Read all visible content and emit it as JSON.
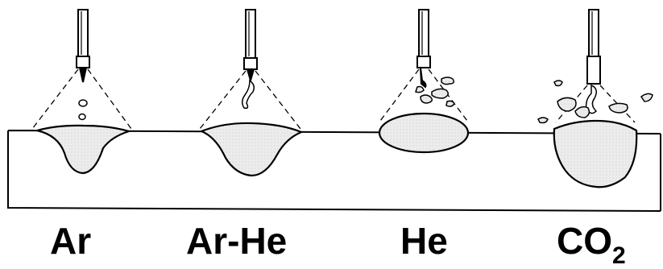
{
  "labels": {
    "ar": "Ar",
    "arhe": "Ar-He",
    "he": "He",
    "co2_main": "CO",
    "co2_sub": "2"
  },
  "colors": {
    "ink": "#000000",
    "pool_fill": "#e8e8e8",
    "background": "#ffffff"
  }
}
